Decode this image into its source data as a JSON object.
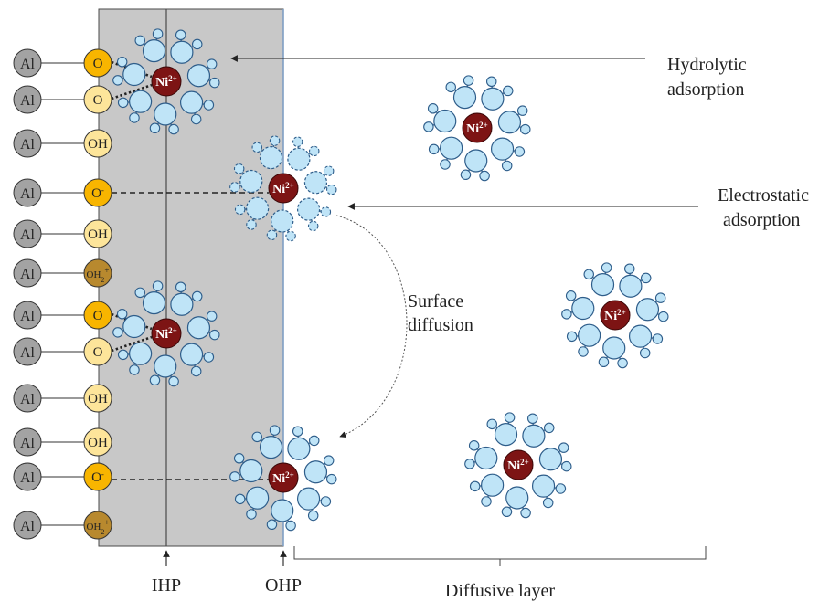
{
  "colors": {
    "layer_fill": "#c8c8c8",
    "layer_line": "#4a4a4a",
    "ohp_line": "#7f9ec4",
    "al_fill": "#a3a3a3",
    "o_fill": "#f8b500",
    "o_light_fill": "#fde59a",
    "oh2_fill": "#b8892e",
    "water_fill": "#bfe4f7",
    "water_stroke": "#2e5d8a",
    "ni_fill": "#7d1414"
  },
  "surface": {
    "al_label": "Al",
    "groups": [
      {
        "label": "O",
        "kind": "o"
      },
      {
        "label": "O",
        "kind": "o_light"
      },
      {
        "label": "OH",
        "kind": "oh"
      },
      {
        "label": "O",
        "sup": "-",
        "kind": "o"
      },
      {
        "label": "OH",
        "kind": "oh"
      },
      {
        "label": "OH",
        "sub": "2",
        "sup": "+",
        "kind": "oh2"
      },
      {
        "label": "O",
        "kind": "o"
      },
      {
        "label": "O",
        "kind": "o_light"
      },
      {
        "label": "OH",
        "kind": "oh"
      },
      {
        "label": "OH",
        "kind": "oh"
      },
      {
        "label": "O",
        "sup": "-",
        "kind": "o"
      },
      {
        "label": "OH",
        "sub": "2",
        "sup": "+",
        "kind": "oh2"
      }
    ]
  },
  "ion": {
    "symbol": "Ni",
    "charge": "2+"
  },
  "labels": {
    "hydrolytic_line1": "Hydrolytic",
    "hydrolytic_line2": "adsorption",
    "electrostatic_line1": "Electrostatic",
    "electrostatic_line2": "adsorption",
    "surface_line1": "Surface",
    "surface_line2": "diffusion",
    "ihp": "IHP",
    "ohp": "OHP",
    "diffusive": "Diffusive layer"
  }
}
